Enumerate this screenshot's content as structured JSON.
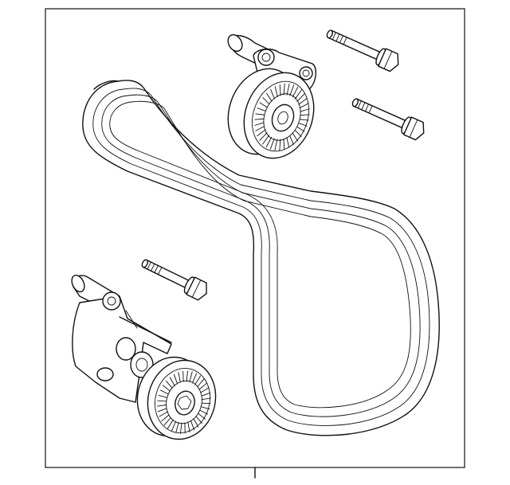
{
  "figure": {
    "frame_color": "#222222",
    "line_color": "#111111",
    "background": "#ffffff"
  },
  "parts": [
    {
      "name": "serpentine-belt"
    },
    {
      "name": "idler-pulley-upper"
    },
    {
      "name": "belt-tensioner-assembly"
    },
    {
      "name": "bolt-upper-1"
    },
    {
      "name": "bolt-upper-2"
    },
    {
      "name": "bolt-lower"
    }
  ]
}
